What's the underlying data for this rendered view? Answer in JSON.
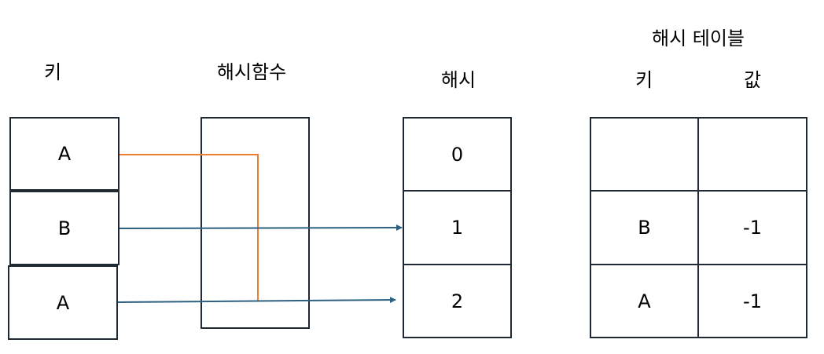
{
  "headers": {
    "keys": "키",
    "hash_function": "해시함수",
    "hash": "해시",
    "table_title": "해시 테이블",
    "table_key": "키",
    "table_value": "값"
  },
  "keys": [
    "A",
    "B",
    "A"
  ],
  "hashes": [
    "0",
    "1",
    "2"
  ],
  "table_rows": [
    {
      "key": "",
      "value": ""
    },
    {
      "key": "B",
      "value": "-1"
    },
    {
      "key": "A",
      "value": "-1"
    }
  ],
  "colors": {
    "border": "#1f2a35",
    "mapping_orange": "#ed7d31",
    "mapping_blue": "#2e6080"
  }
}
